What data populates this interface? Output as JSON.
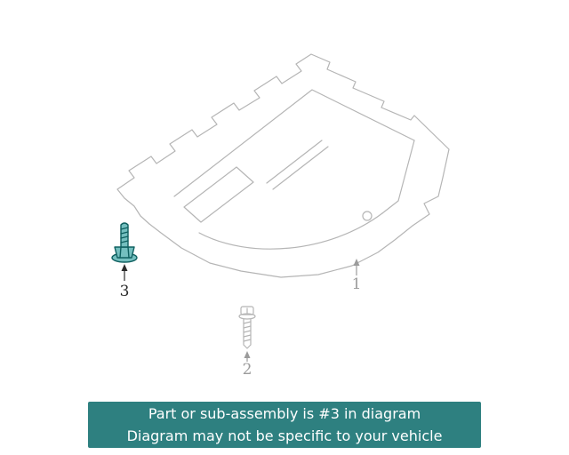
{
  "banner": {
    "line1": "Part or sub-assembly is #3 in diagram",
    "line2": "Diagram may not be specific to your vehicle"
  },
  "callouts": [
    {
      "label": "1"
    },
    {
      "label": "2"
    },
    {
      "label": "3"
    }
  ],
  "colors": {
    "banner_bg": "#2e8080",
    "banner_text": "#ffffff",
    "diagram_line": "#b5b5b5",
    "callout_muted": "#9b9b9b",
    "callout_active": "#2b2b2b",
    "highlight_fill": "#74bfbf",
    "highlight_stroke": "#0f6060"
  }
}
